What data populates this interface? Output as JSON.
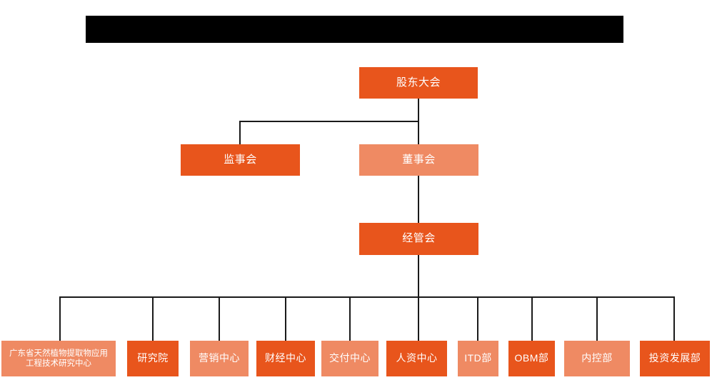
{
  "banner": {
    "name": "title-banner",
    "text": ""
  },
  "chart_data": {
    "type": "diagram",
    "title": "",
    "nodes": [
      {
        "id": "shareholders",
        "label": "股东大会",
        "level": 1,
        "color": "#e8551c",
        "tone": "dark"
      },
      {
        "id": "supervisors",
        "label": "监事会",
        "level": 2,
        "color": "#e8551c",
        "tone": "dark"
      },
      {
        "id": "board",
        "label": "董事会",
        "level": 2,
        "color": "#ef8a63",
        "tone": "light"
      },
      {
        "id": "management",
        "label": "经管会",
        "level": 3,
        "color": "#e8551c",
        "tone": "dark"
      },
      {
        "id": "research-center",
        "label": "广东省天然植物提取物应用\n工程技术研究中心",
        "level": 4,
        "color": "#ef8a63",
        "tone": "light"
      },
      {
        "id": "institute",
        "label": "研究院",
        "level": 4,
        "color": "#e8551c",
        "tone": "dark"
      },
      {
        "id": "marketing",
        "label": "营销中心",
        "level": 4,
        "color": "#ef8a63",
        "tone": "light"
      },
      {
        "id": "finance",
        "label": "财经中心",
        "level": 4,
        "color": "#e8551c",
        "tone": "dark"
      },
      {
        "id": "delivery",
        "label": "交付中心",
        "level": 4,
        "color": "#ef8a63",
        "tone": "light"
      },
      {
        "id": "hr",
        "label": "人资中心",
        "level": 4,
        "color": "#e8551c",
        "tone": "dark"
      },
      {
        "id": "itd",
        "label": "ITD部",
        "level": 4,
        "color": "#ef8a63",
        "tone": "light"
      },
      {
        "id": "obm",
        "label": "OBM部",
        "level": 4,
        "color": "#e8551c",
        "tone": "dark"
      },
      {
        "id": "internal-control",
        "label": "内控部",
        "level": 4,
        "color": "#ef8a63",
        "tone": "light"
      },
      {
        "id": "investment",
        "label": "投资发展部",
        "level": 4,
        "color": "#e8551c",
        "tone": "dark"
      }
    ],
    "edges": [
      {
        "from": "shareholders",
        "to": "supervisors"
      },
      {
        "from": "shareholders",
        "to": "board"
      },
      {
        "from": "board",
        "to": "management"
      },
      {
        "from": "management",
        "to": "research-center"
      },
      {
        "from": "management",
        "to": "institute"
      },
      {
        "from": "management",
        "to": "marketing"
      },
      {
        "from": "management",
        "to": "finance"
      },
      {
        "from": "management",
        "to": "delivery"
      },
      {
        "from": "management",
        "to": "hr"
      },
      {
        "from": "management",
        "to": "itd"
      },
      {
        "from": "management",
        "to": "obm"
      },
      {
        "from": "management",
        "to": "internal-control"
      },
      {
        "from": "management",
        "to": "investment"
      }
    ],
    "palette": {
      "dark_orange": "#e8551c",
      "light_orange": "#ef8a63",
      "connector": "#1a1a1a",
      "banner": "#000000",
      "background": "#ffffff",
      "label_text": "#ffffff"
    }
  }
}
